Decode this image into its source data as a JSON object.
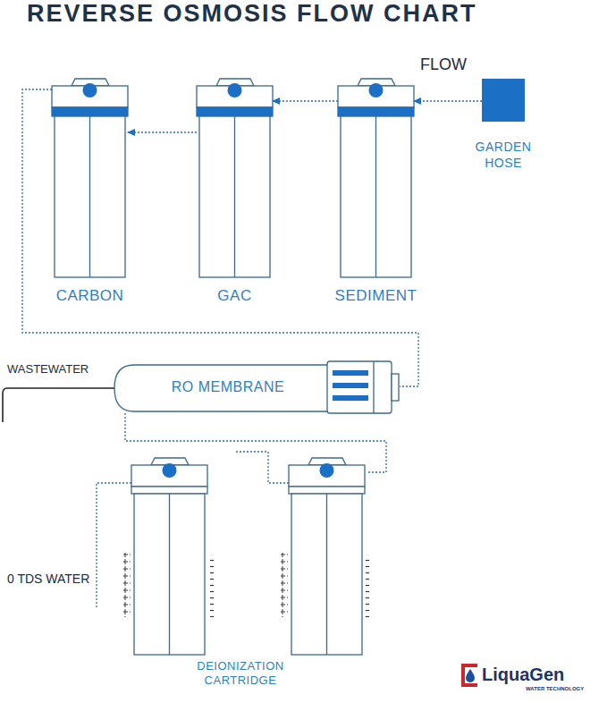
{
  "diagram": {
    "title": "REVERSE OSMOSIS FLOW CHART",
    "nodes": [
      {
        "text": [
          "GARDEN HOSE"
        ]
      },
      {
        "text": [
          "SEDIMENT"
        ]
      },
      {
        "text": [
          "GAC"
        ]
      },
      {
        "text": [
          "CARBON"
        ]
      },
      {
        "text": [
          "RO MEMBRANE"
        ]
      },
      {
        "text": [
          "DEIONIZATION CARTRIDGE"
        ]
      }
    ],
    "edges": [
      {
        "from": 0,
        "to": 1,
        "arrow": "to"
      },
      {
        "from": 1,
        "to": 2,
        "arrow": "to"
      },
      {
        "from": 2,
        "to": 3,
        "arrow": "to"
      },
      {
        "from": 3,
        "to": 4,
        "arrow": "none"
      },
      {
        "from": 4,
        "to": 5,
        "arrow": "none"
      }
    ],
    "labels": [
      "FLOW",
      "WASTEWATER",
      "0 TDS WATER",
      "LiquaGen",
      "WATER TECHNOLOGY"
    ]
  }
}
